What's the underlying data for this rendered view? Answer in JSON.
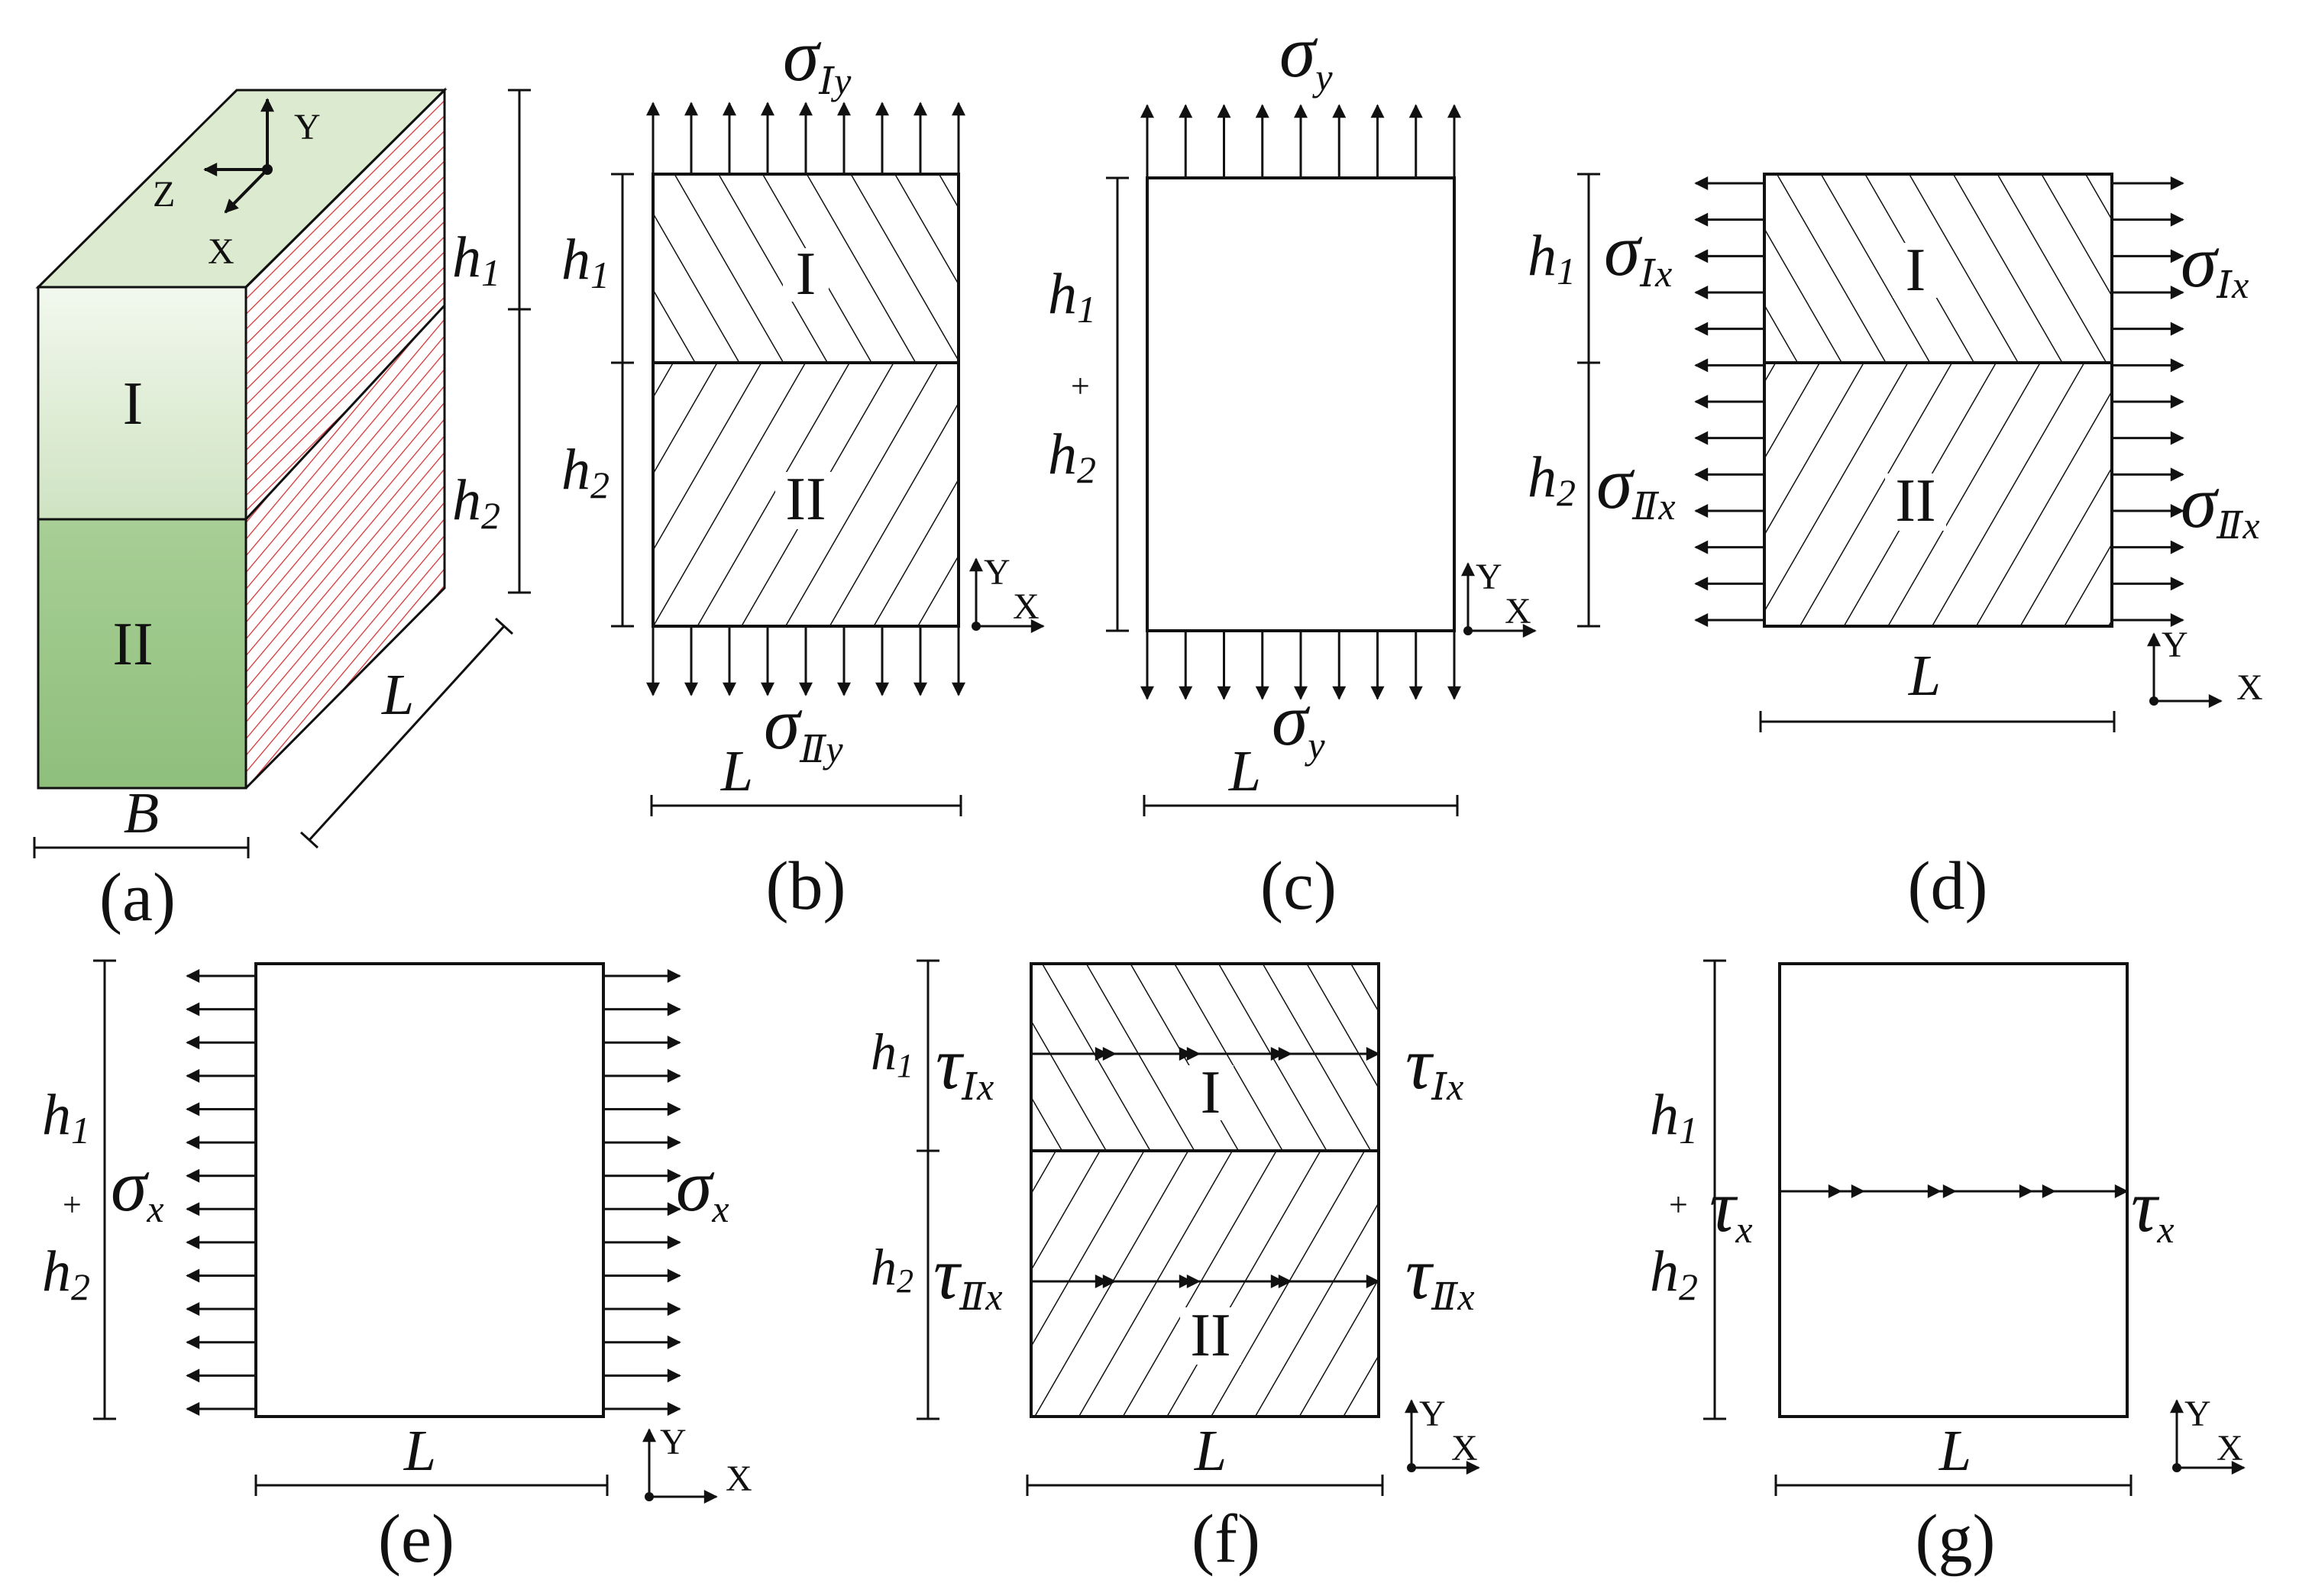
{
  "colors": {
    "ink": "#111111",
    "block_face_top": "#dcebcf",
    "block_face_front_light": "#eef5e8",
    "block_face_front_dark": "#9fc88e",
    "hatch_red": "#d43030"
  },
  "icons": {
    "arrow": "arrowhead",
    "axes": "axis-triad"
  },
  "panels": {
    "a": {
      "caption": "(a)",
      "layer1": "I",
      "layer2": "II",
      "dims": {
        "h1": "h",
        "h1_sub": "1",
        "h2": "h",
        "h2_sub": "2",
        "L": "L",
        "B": "B"
      },
      "axes": {
        "y": "Y",
        "z": "Z",
        "x": "X"
      }
    },
    "b": {
      "caption": "(b)",
      "layer1": "I",
      "layer2": "II",
      "top_sigma": "σ",
      "top_sub": "Ⅰy",
      "bot_sigma": "σ",
      "bot_sub": "Ⅱy",
      "dims": {
        "h1": "h",
        "h1_sub": "1",
        "h2": "h",
        "h2_sub": "2",
        "L": "L"
      },
      "axes": {
        "y": "Y",
        "x": "X"
      }
    },
    "c": {
      "caption": "(c)",
      "top_sigma": "σ",
      "top_sub": "y",
      "bot_sigma": "σ",
      "bot_sub": "y",
      "dims": {
        "h1": "h",
        "h1_sub": "1",
        "plus": "+",
        "h2": "h",
        "h2_sub": "2",
        "L": "L"
      },
      "axes": {
        "y": "Y",
        "x": "X"
      }
    },
    "d": {
      "caption": "(d)",
      "layer1": "I",
      "layer2": "II",
      "sig1_left": "σ",
      "sig1_left_sub": "Ⅰx",
      "sig1_right": "σ",
      "sig1_right_sub": "Ⅰx",
      "sig2_left": "σ",
      "sig2_left_sub": "Ⅱx",
      "sig2_right": "σ",
      "sig2_right_sub": "Ⅱx",
      "dims": {
        "h1": "h",
        "h1_sub": "1",
        "h2": "h",
        "h2_sub": "2",
        "L": "L"
      },
      "axes": {
        "y": "Y",
        "x": "X"
      }
    },
    "e": {
      "caption": "(e)",
      "left_sigma": "σ",
      "left_sub": "x",
      "right_sigma": "σ",
      "right_sub": "x",
      "dims": {
        "h1": "h",
        "h1_sub": "1",
        "plus": "+",
        "h2": "h",
        "h2_sub": "2",
        "L": "L"
      },
      "axes": {
        "y": "Y",
        "x": "X"
      }
    },
    "f": {
      "caption": "(f)",
      "layer1": "I",
      "layer2": "II",
      "tau1_left": "τ",
      "tau1_left_sub": "Ⅰx",
      "tau1_right": "τ",
      "tau1_right_sub": "Ⅰx",
      "tau2_left": "τ",
      "tau2_left_sub": "Ⅱx",
      "tau2_right": "τ",
      "tau2_right_sub": "Ⅱx",
      "dims": {
        "h1": "h",
        "h1_sub": "1",
        "h2": "h",
        "h2_sub": "2",
        "L": "L"
      },
      "axes": {
        "y": "Y",
        "x": "X"
      }
    },
    "g": {
      "caption": "(g)",
      "left_tau": "τ",
      "left_sub": "x",
      "right_tau": "τ",
      "right_sub": "x",
      "dims": {
        "h1": "h",
        "h1_sub": "1",
        "plus": "+",
        "h2": "h",
        "h2_sub": "2",
        "L": "L"
      },
      "axes": {
        "y": "Y",
        "x": "X"
      }
    }
  }
}
